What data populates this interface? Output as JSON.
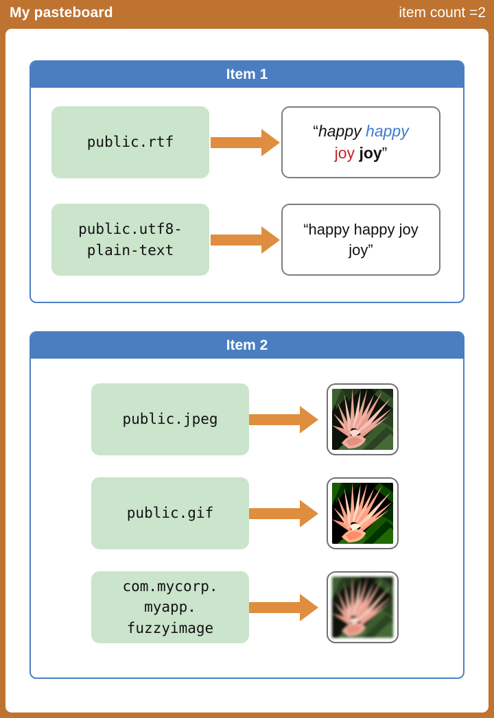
{
  "window": {
    "title": "My pasteboard",
    "item_count": "item count =2"
  },
  "colors": {
    "frame_orange": "#BE7330",
    "arrow_orange": "#DE8E3E",
    "item_header_blue": "#4A7EC1",
    "type_box_green": "#CBE4CC",
    "value_border_gray": "#7C7C7C",
    "styled_blue_word": "#3C79CF",
    "styled_red_word": "#C2242C"
  },
  "items": [
    {
      "title": "Item 1",
      "rows": [
        {
          "uti": "public.rtf",
          "value_kind": "styled-text",
          "styled": {
            "open_quote": "“",
            "h1": "happy",
            "h2": "happy",
            "j1": "joy",
            "j2": "joy",
            "close_quote": "”"
          }
        },
        {
          "uti": "public.utf8-\nplain-text",
          "value_kind": "plain-text",
          "value": "“happy happy joy\njoy”"
        }
      ]
    },
    {
      "title": "Item 2",
      "rows": [
        {
          "uti": "public.jpeg",
          "image": "flower-photo"
        },
        {
          "uti": "public.gif",
          "image": "flower-posterized"
        },
        {
          "uti": "com.mycorp.\nmyapp.\nfuzzyimage",
          "image": "flower-blurred"
        }
      ]
    }
  ]
}
